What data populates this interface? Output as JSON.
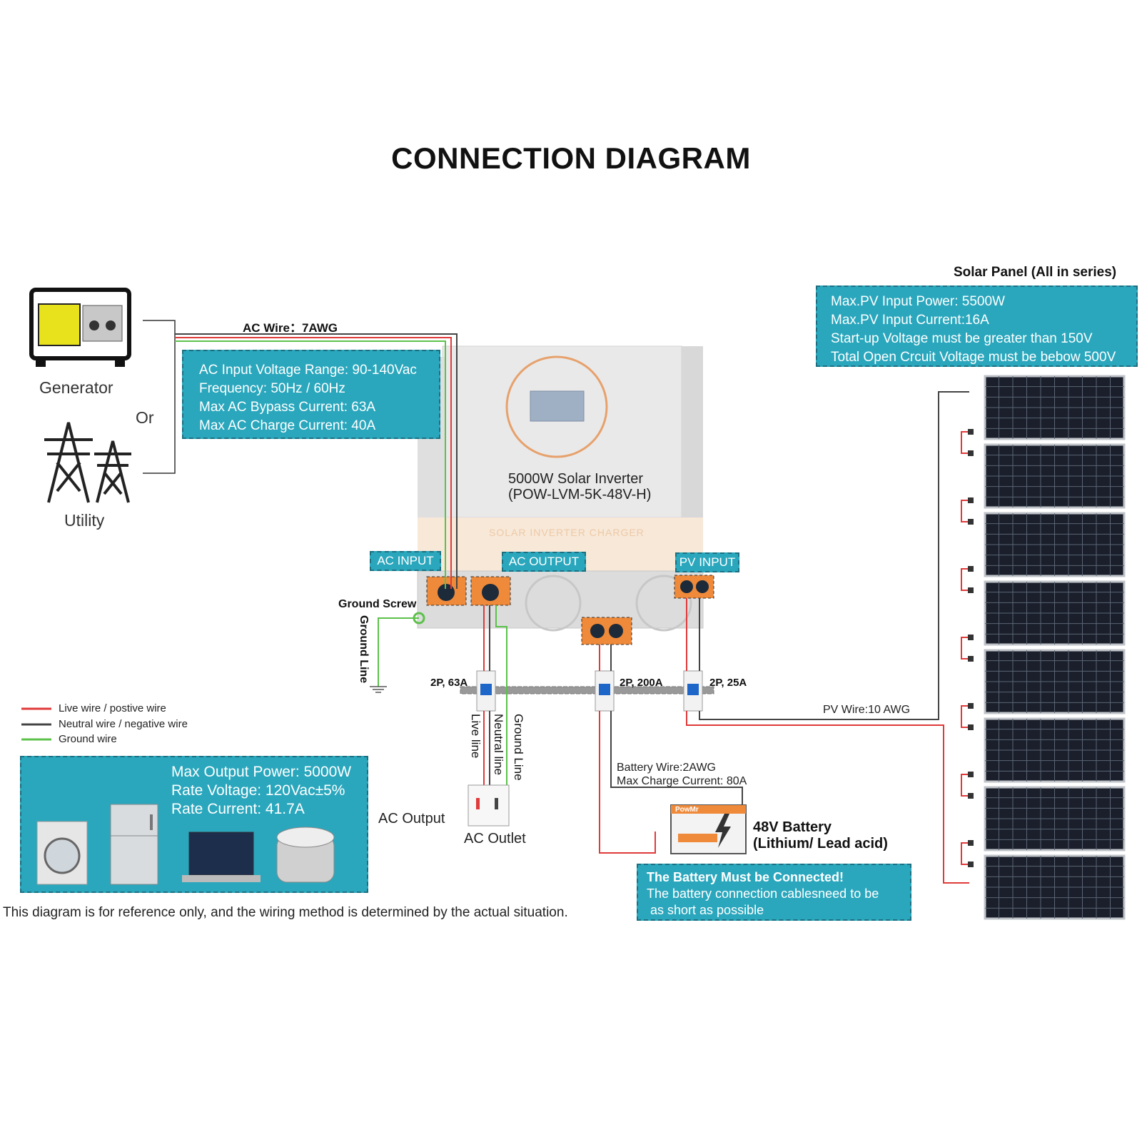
{
  "title": "CONNECTION DIAGRAM",
  "sources": {
    "generator_label": "Generator",
    "or_label": "Or",
    "utility_label": "Utility"
  },
  "ac_wire_label": "AC Wire：7AWG",
  "ac_input_box": {
    "lines": [
      "AC Input Voltage Range: 90-140Vac",
      "Frequency: 50Hz / 60Hz",
      "Max AC Bypass Current: 63A",
      "Max AC Charge Current: 40A"
    ]
  },
  "inverter": {
    "name_line1": "5000W Solar Inverter",
    "name_line2": "(POW-LVM-5K-48V-H)",
    "band_text": "SOLAR INVERTER CHARGER"
  },
  "port_tags": {
    "ac_input": "AC INPUT",
    "ac_output": "AC OUTPUT",
    "pv_input": "PV INPUT"
  },
  "ground": {
    "screw_label": "Ground Screw",
    "line_label": "Ground Line"
  },
  "breakers": {
    "ac": "2P, 63A",
    "battery": "2P, 200A",
    "pv": "2P, 25A"
  },
  "output_lines": {
    "live": "Live line",
    "neutral": "Neutral line",
    "ground": "Ground Line"
  },
  "ac_output_label": "AC Output",
  "ac_outlet_label": "AC Outlet",
  "battery_wire": {
    "line1": "Battery Wire:2AWG",
    "line2": "Max Charge Current: 80A"
  },
  "battery": {
    "line1": "48V Battery",
    "line2": "(Lithium/ Lead acid)",
    "brand": "PowMr"
  },
  "battery_note": {
    "heading": "The Battery Must be Connected!",
    "line1": "The battery connection cablesneed to be",
    "line2": " as short as possible"
  },
  "pv_wire_label": "PV Wire:10 AWG",
  "solar": {
    "title": "Solar Panel (All in series)",
    "panel_count": 8,
    "lines": [
      "Max.PV Input Power: 5500W",
      "Max.PV Input Current:16A",
      "Start-up Voltage must be greater than 150V",
      "Total Open Crcuit Voltage must be bebow 500V"
    ]
  },
  "legend": [
    {
      "label": "Live wire / postive wire",
      "color": "#e03a3a"
    },
    {
      "label": "Neutral wire / negative wire",
      "color": "#444444"
    },
    {
      "label": "Ground wire",
      "color": "#5cc14a"
    }
  ],
  "output_box": {
    "lines": [
      "Max Output Power: 5000W",
      "Rate Voltage: 120Vac±5%",
      "Rate Current: 41.7A"
    ]
  },
  "disclaimer": "This diagram is for reference only, and the wiring method is determined by the actual situation.",
  "colors": {
    "accent": "#2aa7bd",
    "live": "#e03a3a",
    "neutral": "#444444",
    "ground": "#5cc14a"
  }
}
